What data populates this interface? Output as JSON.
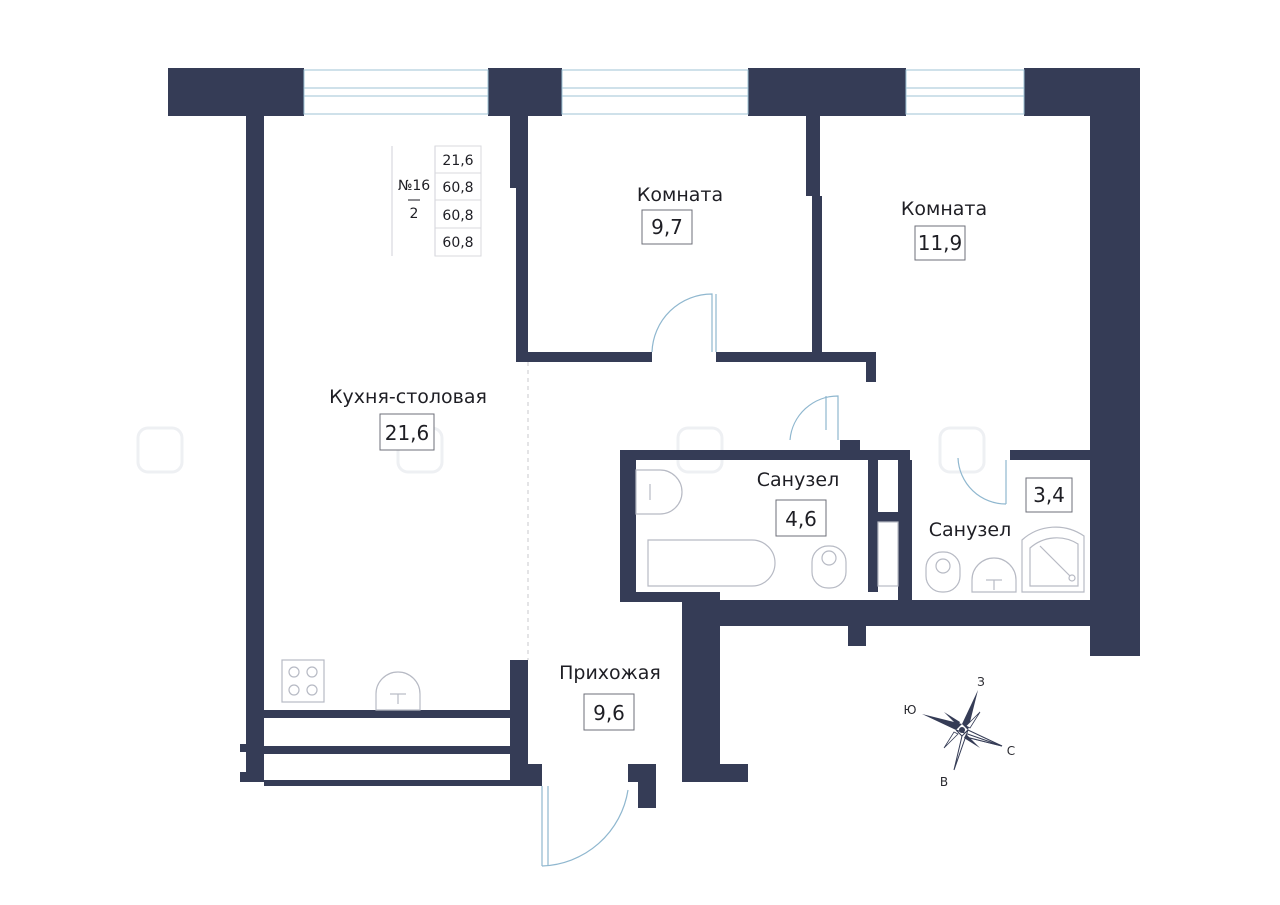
{
  "info": {
    "apartment_number": "№16",
    "rooms": "2",
    "areas": [
      "21,6",
      "60,8",
      "60,8",
      "60,8"
    ]
  },
  "rooms": [
    {
      "name": "Комната",
      "area": "9,7"
    },
    {
      "name": "Комната",
      "area": "11,9"
    },
    {
      "name": "Кухня-столовая",
      "area": "21,6"
    },
    {
      "name": "Санузел",
      "area": "4,6"
    },
    {
      "name": "Санузел",
      "area": "3,4"
    },
    {
      "name": "Прихожая",
      "area": "9,6"
    }
  ],
  "compass": {
    "north": "С",
    "south": "Ю",
    "east": "В",
    "west": "З"
  },
  "colors": {
    "wall": "#353c56",
    "door": "#8fb7cf",
    "text": "#1e1e24"
  }
}
